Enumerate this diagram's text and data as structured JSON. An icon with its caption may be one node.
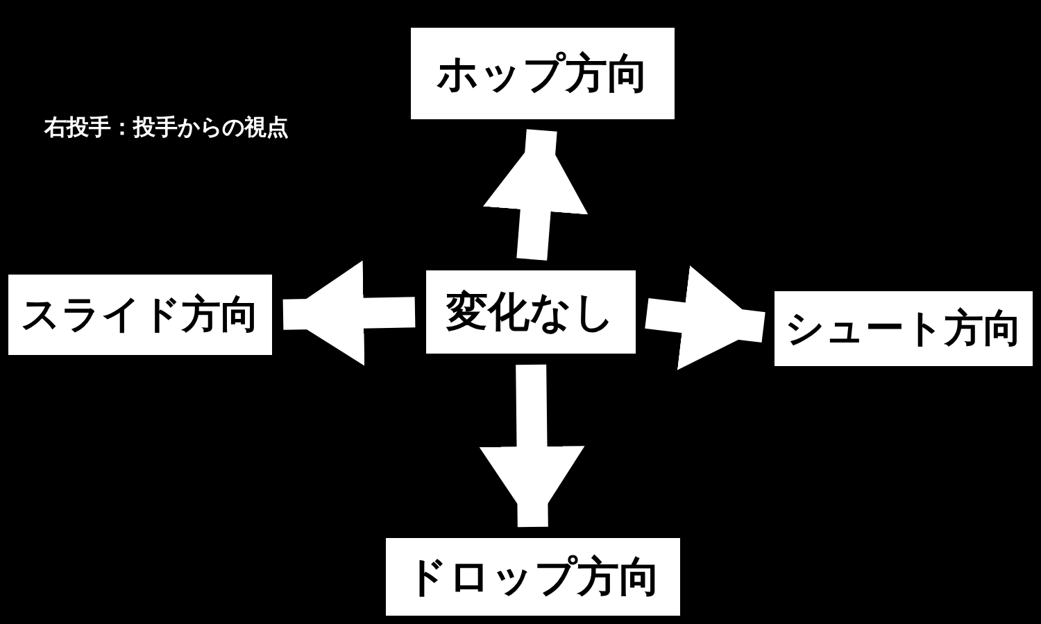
{
  "diagram": {
    "nodes": [
      {
        "text": [
          "ホップ方向"
        ]
      },
      {
        "text": [
          "変化なし"
        ]
      },
      {
        "text": [
          "スライド方向"
        ]
      },
      {
        "text": [
          "シュート方向"
        ]
      },
      {
        "text": [
          "ドロップ方向"
        ]
      }
    ],
    "edges": [
      {
        "from": 1,
        "to": 0,
        "arrow": "to"
      },
      {
        "from": 1,
        "to": 2,
        "arrow": "to"
      },
      {
        "from": 1,
        "to": 3,
        "arrow": "to"
      },
      {
        "from": 1,
        "to": 4,
        "arrow": "to"
      }
    ],
    "labels": [
      "右投手：投手からの視点"
    ]
  }
}
